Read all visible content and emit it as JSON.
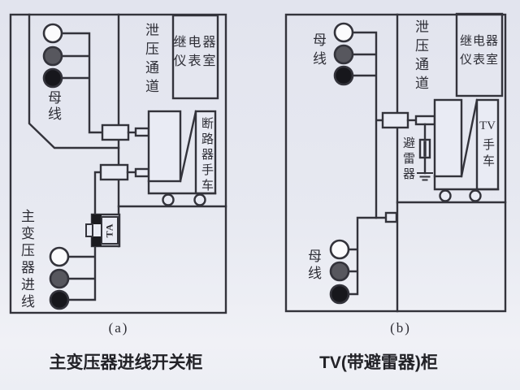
{
  "figure": {
    "panel_a": {
      "caption_mark": "(a)",
      "caption": "主变压器进线开关柜",
      "labels": {
        "busbar": "母线",
        "relief_channel": "泄压通道",
        "relay_room_line1": "继电器",
        "relay_room_line2": "仪表室",
        "breaker_cart": "断路器手车",
        "ct": "TA",
        "incoming": "主变压器进线"
      }
    },
    "panel_b": {
      "caption_mark": "(b)",
      "caption": "TV(带避雷器)柜",
      "labels": {
        "busbar_top": "母线",
        "busbar_bottom": "母线",
        "relief_channel": "泄压通道",
        "relay_room_line1": "继电器",
        "relay_room_line2": "仪表室",
        "arrester": "避雷器",
        "tv": "TV",
        "cart": "手车"
      }
    },
    "colors": {
      "background": "#e7e9f1",
      "line": "#33333b",
      "phase_white": "#fbfbfd",
      "phase_gray": "#57575e",
      "phase_black": "#17171c"
    }
  }
}
